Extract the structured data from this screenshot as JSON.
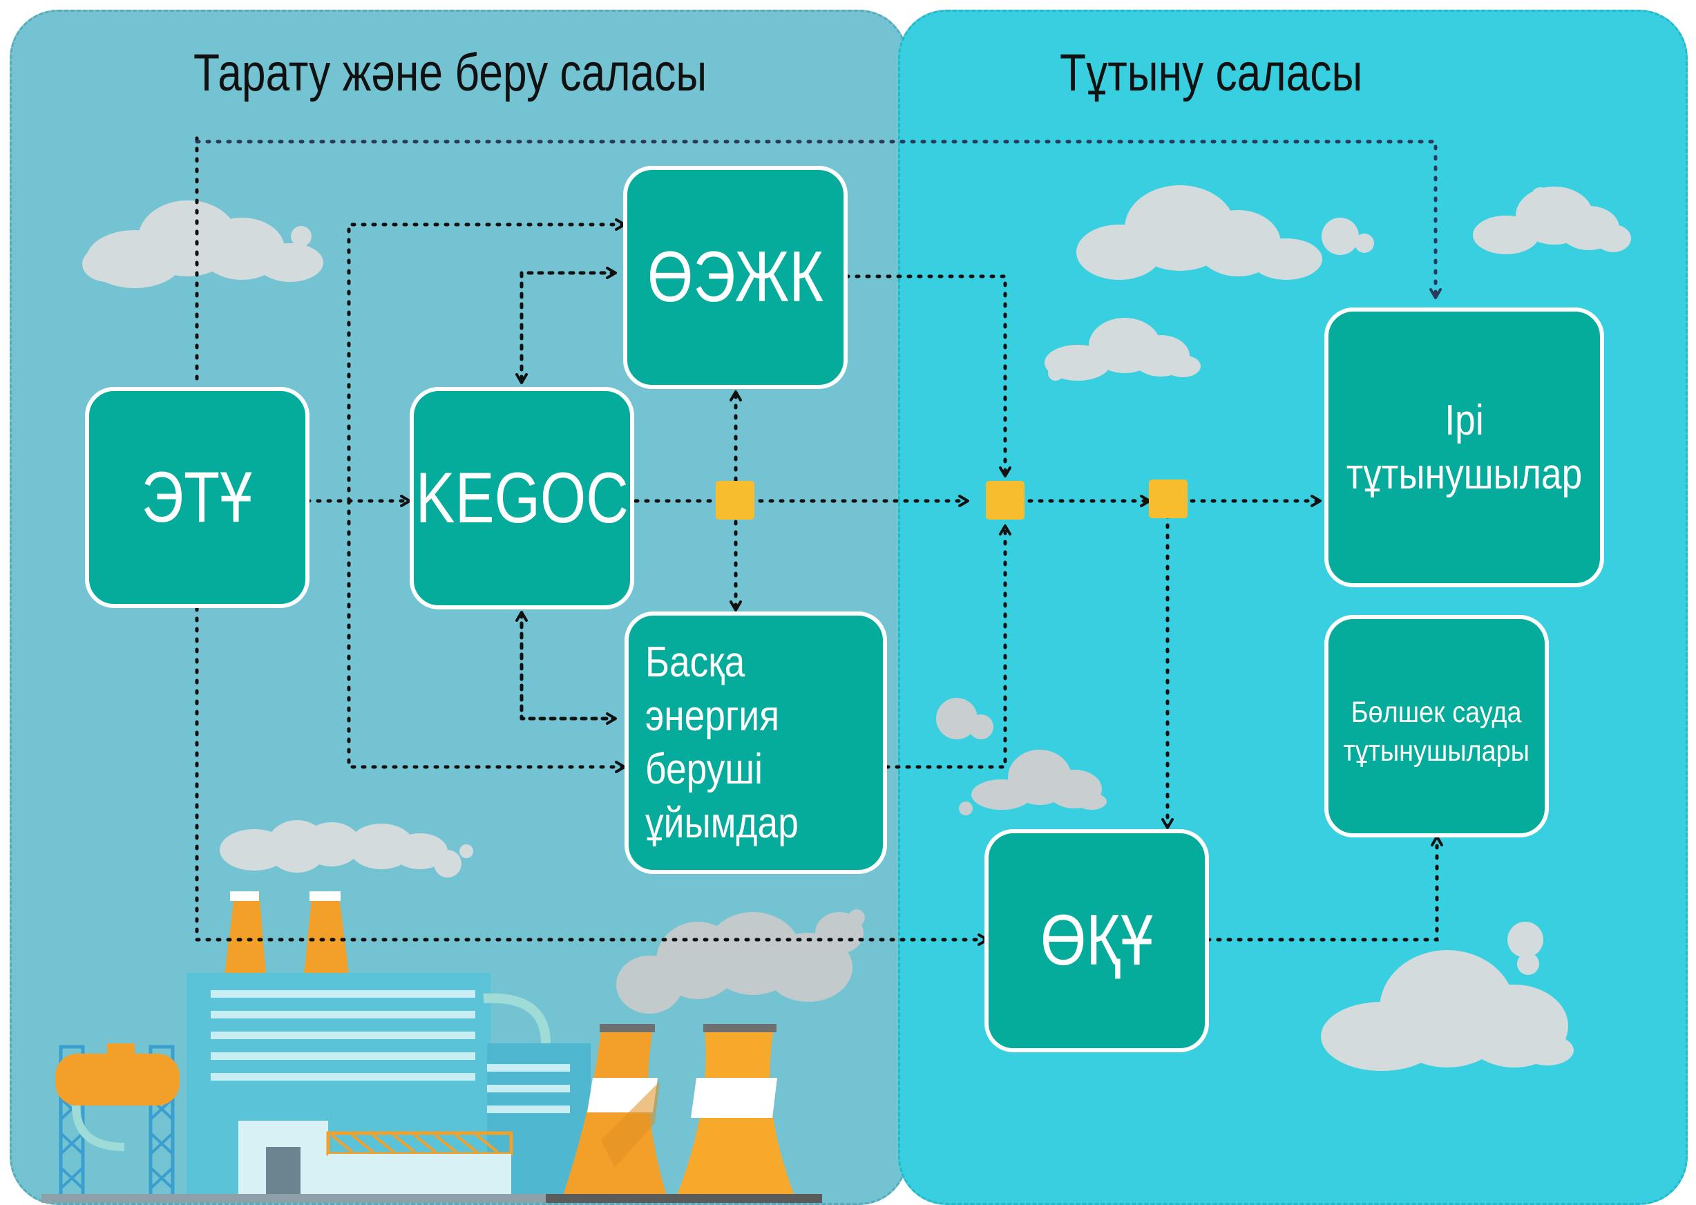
{
  "regions": {
    "left_title": "Тарату және беру саласы",
    "right_title": "Тұтыну саласы"
  },
  "nodes": {
    "etu": "ЭТҰ",
    "kegoc": "KEGOC",
    "oezhk": "ӨЭЖК",
    "other": "Басқа\nэнергия\nберуші\nұйымдар",
    "oku": "ӨҚҰ",
    "large": "Ірі\nтұтынушылар",
    "retail": "Бөлшек сауда\nтұтынушылары"
  },
  "colors": {
    "left_panel": "#74c3d2",
    "right_panel": "#38d0e0",
    "node_fill": "#05ab9b",
    "node_border": "#ffffff",
    "junction": "#f7bd2e",
    "arrow": "#111111",
    "arrow_to_large": "#2a3a5a",
    "cloud": "#d3dbdc",
    "chimney": "#f2a02a"
  },
  "icons": {
    "clouds": "cloud-icon",
    "plant": "power-plant-illustration",
    "junctions": "junction-square-icon"
  }
}
